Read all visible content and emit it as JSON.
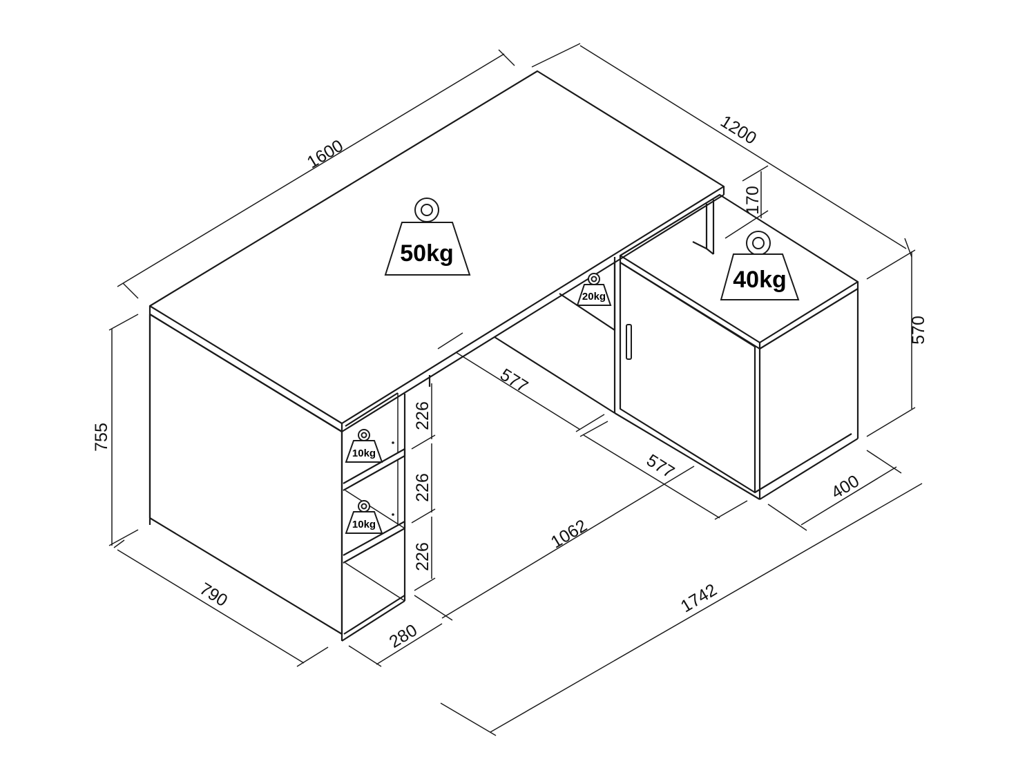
{
  "dimensions": {
    "desk_length": "1600",
    "return_length": "1200",
    "cabinet_height_drop": "170",
    "cabinet_height": "570",
    "desk_height": "755",
    "shelf_gap_1": "226",
    "shelf_gap_2": "226",
    "shelf_gap_3": "226",
    "knee_space_1": "577",
    "knee_space_2": "577",
    "cabinet_depth": "400",
    "leg_span": "1062",
    "desk_depth": "790",
    "shelf_unit_width": "280",
    "total_length": "1742"
  },
  "load_ratings": {
    "desktop": "50kg",
    "cabinet_top": "40kg",
    "inner_shelf": "20kg",
    "shelf_upper": "10kg",
    "shelf_lower": "10kg"
  }
}
